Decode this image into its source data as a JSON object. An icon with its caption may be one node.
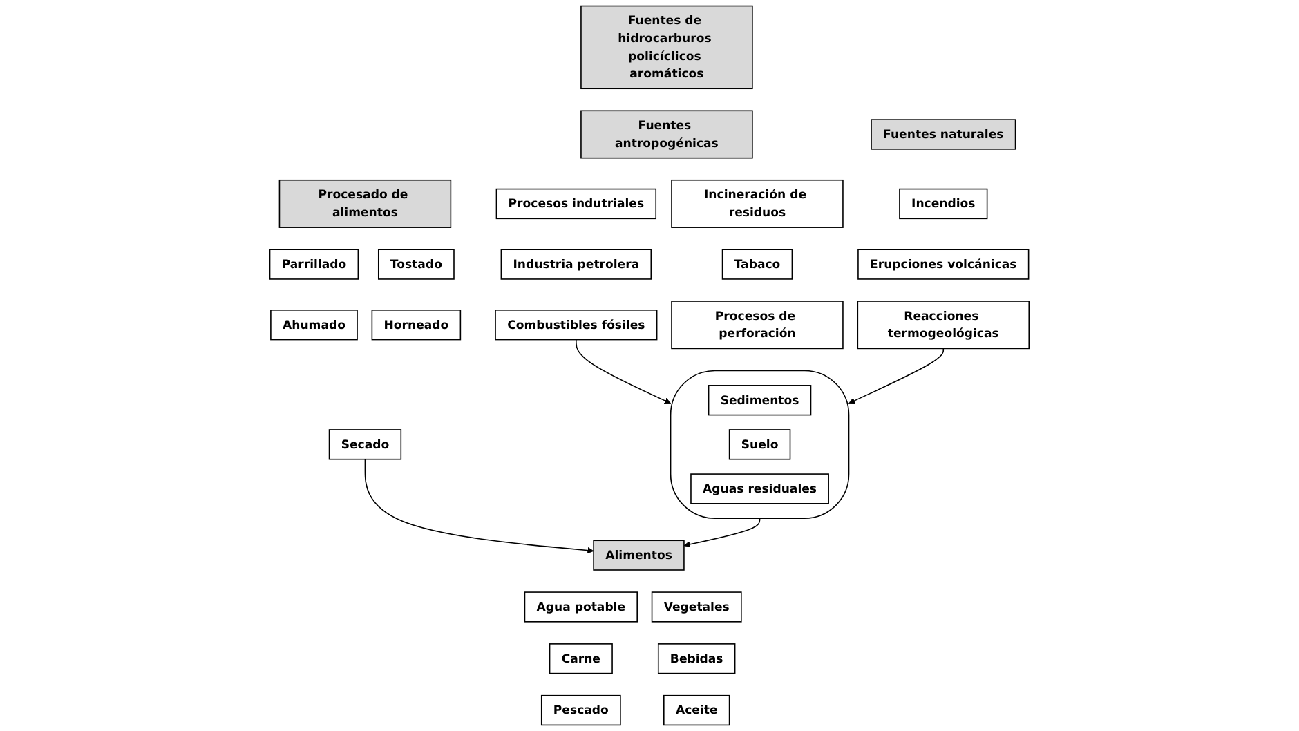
{
  "diagram": {
    "nodes": [
      {
        "text": [
          "Fuentes de hidrocarburos policíclicos aromáticos"
        ]
      },
      {
        "text": [
          "Fuentes antropogénicas"
        ]
      },
      {
        "text": [
          "Fuentes naturales"
        ]
      },
      {
        "text": [
          "Procesado de alimentos"
        ]
      },
      {
        "text": [
          "Procesos indutriales"
        ]
      },
      {
        "text": [
          "Incineración de residuos"
        ]
      },
      {
        "text": [
          "Incendios"
        ]
      },
      {
        "text": [
          "Parrillado"
        ]
      },
      {
        "text": [
          "Tostado"
        ]
      },
      {
        "text": [
          "Industria petrolera"
        ]
      },
      {
        "text": [
          "Tabaco"
        ]
      },
      {
        "text": [
          "Erupciones volcánicas"
        ]
      },
      {
        "text": [
          "Ahumado"
        ]
      },
      {
        "text": [
          "Horneado"
        ]
      },
      {
        "text": [
          "Combustibles fósiles"
        ]
      },
      {
        "text": [
          "Procesos de perforación"
        ]
      },
      {
        "text": [
          "Reacciones termogeológicas"
        ]
      },
      {
        "text": [
          "Secado"
        ]
      },
      {
        "text": [],
        "shape": "ellipse"
      },
      {
        "text": [
          "Sedimentos"
        ],
        "in": 18
      },
      {
        "text": [
          "Suelo"
        ],
        "in": 18
      },
      {
        "text": [
          "Aguas residuales"
        ],
        "in": 18
      },
      {
        "text": [
          "Alimentos"
        ]
      },
      {
        "text": [
          "Agua potable"
        ]
      },
      {
        "text": [
          "Vegetales"
        ]
      },
      {
        "text": [
          "Carne"
        ]
      },
      {
        "text": [
          "Bebidas"
        ]
      },
      {
        "text": [
          "Pescado"
        ]
      },
      {
        "text": [
          "Aceite"
        ]
      }
    ],
    "edges": [
      {
        "from": 14,
        "to": 18,
        "arrow": "to"
      },
      {
        "from": 16,
        "to": 18,
        "arrow": "to"
      },
      {
        "from": 18,
        "to": 22,
        "arrow": "to"
      },
      {
        "from": 17,
        "to": 22,
        "arrow": "to"
      }
    ]
  }
}
